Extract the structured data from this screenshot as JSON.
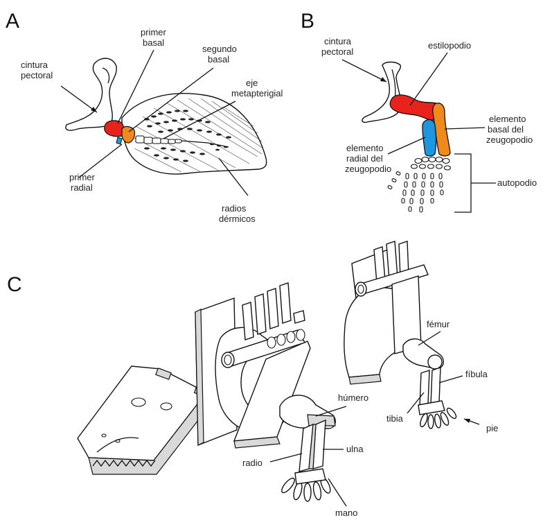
{
  "colors": {
    "red": "#e8231c",
    "orange": "#f08a1c",
    "blue": "#1e96e0",
    "line": "#111111"
  },
  "panels": {
    "a": {
      "letter": "A",
      "labels": {
        "cintura_l1": "cintura",
        "cintura_l2": "pectoral",
        "primer_basal_l1": "primer",
        "primer_basal_l2": "basal",
        "segundo_basal_l1": "segundo",
        "segundo_basal_l2": "basal",
        "eje_l1": "eje",
        "eje_l2": "metapterigial",
        "primer_radial_l1": "primer",
        "primer_radial_l2": "radial",
        "radios_l1": "radios",
        "radios_l2": "dérmicos"
      }
    },
    "b": {
      "letter": "B",
      "labels": {
        "cintura_l1": "cintura",
        "cintura_l2": "pectoral",
        "estilopodio": "estilopodio",
        "basal_l1": "elemento",
        "basal_l2": "basal del",
        "basal_l3": "zeugopodio",
        "radial_l1": "elemento",
        "radial_l2": "radial del",
        "radial_l3": "zeugopodio",
        "autopodio": "autopodio"
      }
    },
    "c": {
      "letter": "C",
      "labels": {
        "femur": "fémur",
        "fibula": "fíbula",
        "tibia": "tibia",
        "pie": "pie",
        "humero": "húmero",
        "radio": "radio",
        "ulna": "ulna",
        "mano": "mano"
      }
    }
  }
}
